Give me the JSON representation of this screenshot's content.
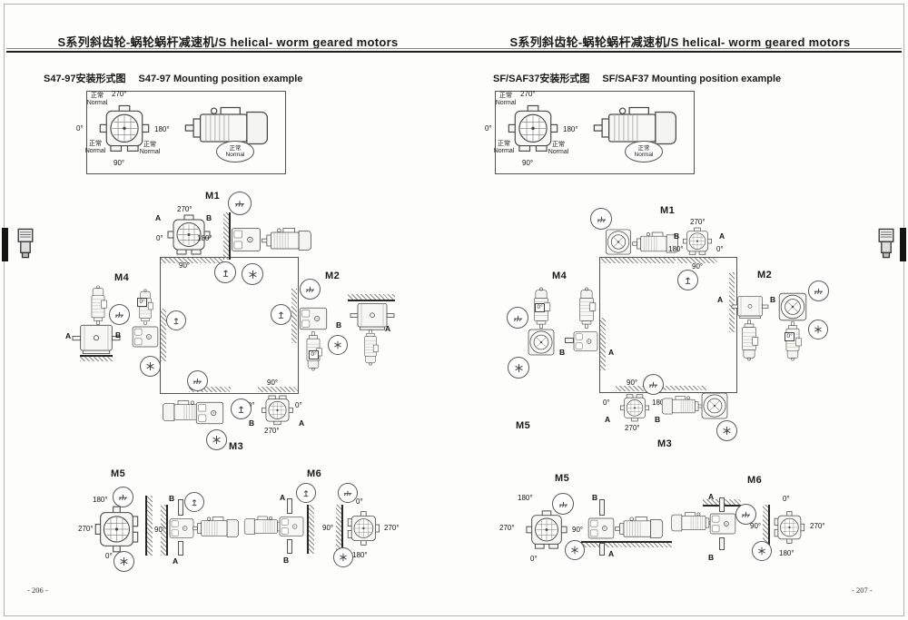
{
  "shared": {
    "normal_cn": "正常",
    "normal_en": "Normal",
    "deg": {
      "d0": "0°",
      "d90": "90°",
      "d180": "180°",
      "d270": "270°"
    },
    "ab": {
      "a": "A",
      "b": "B"
    },
    "m": {
      "m1": "M1",
      "m2": "M2",
      "m3": "M3",
      "m4": "M4",
      "m5": "M5",
      "m6": "M6"
    }
  },
  "pages": [
    {
      "header": "S系列斜齿轮-蜗轮蜗杆减速机/S helical- worm geared motors",
      "subtitle_cn": "S47-97安装形式图",
      "subtitle_en": "S47-97 Mounting position example",
      "page_number": "- 206 -"
    },
    {
      "header": "S系列斜齿轮-蜗轮蜗杆减速机/S helical- worm geared motors",
      "subtitle_cn": "SF/SAF37安装形式图",
      "subtitle_en": "SF/SAF37 Mounting position example",
      "page_number": "- 207 -"
    }
  ]
}
